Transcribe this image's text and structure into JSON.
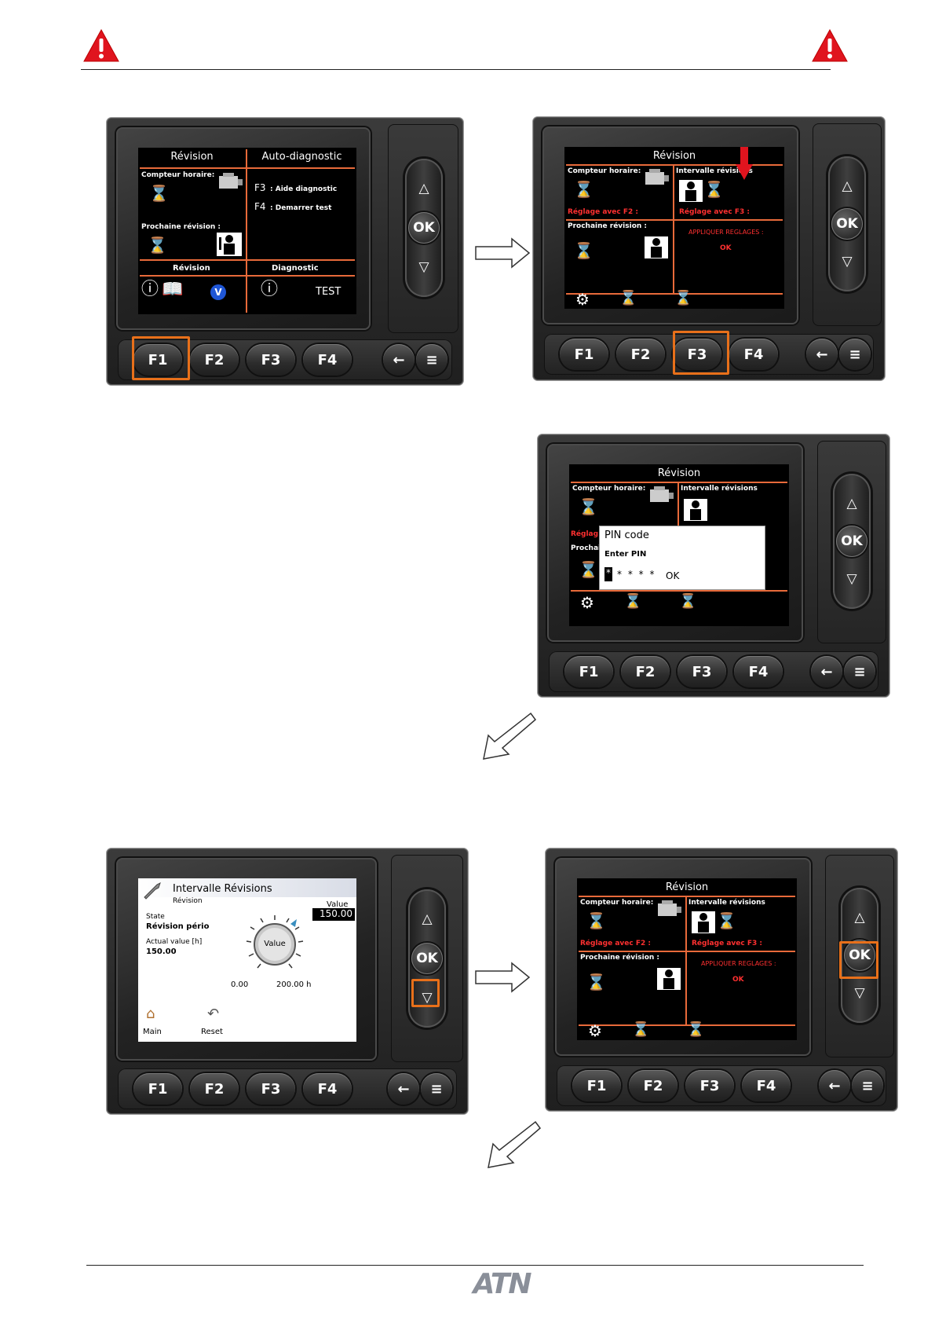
{
  "screen1": {
    "title_left": "Révision",
    "title_right": "Auto-diagnostic",
    "hour_counter": "Compteur horaire:",
    "next_revision": "Prochaine révision :",
    "f3_key": "F3",
    "f3_text": ": Aide diagnostic",
    "f4_key": "F4",
    "f4_text": ": Demarrer test",
    "footer_left": "Révision",
    "footer_right": "Diagnostic",
    "test_label": "TEST"
  },
  "screen2": {
    "title": "Révision",
    "hour_counter": "Compteur horaire:",
    "interval": "Intervalle révisions",
    "adjust_f2": "Réglage avec F2 :",
    "adjust_f3": "Réglage avec F3 :",
    "next_revision": "Prochaine révision :",
    "apply": "APPLIQUER REGLAGES :",
    "ok": "OK"
  },
  "screen3": {
    "title": "Révision",
    "hour_counter": "Compteur horaire:",
    "interval": "Intervalle révisions",
    "adjust_partial": "Réglag",
    "next_partial": "Prochai",
    "pin_title": "PIN code",
    "pin_prompt": "Enter PIN",
    "pin_mask": "* * * *",
    "pin_cursor": "*",
    "pin_ok": "OK"
  },
  "screen4": {
    "title": "Intervalle Révisions",
    "subtitle": "Révision",
    "value_label": "Value",
    "value": "150.00",
    "state_label": "State",
    "state_value": "Révision pério",
    "actual_label": "Actual value [h]",
    "actual_value": "150.00",
    "knob_label": "Value",
    "min": "0.00",
    "max": "200.00 h",
    "main_label": "Main",
    "reset_label": "Reset"
  },
  "screen5": {
    "title": "Révision",
    "hour_counter": "Compteur horaire:",
    "interval": "Intervalle révisions",
    "adjust_f2": "Réglage avec F2 :",
    "adjust_f3": "Réglage avec F3 :",
    "next_revision": "Prochaine révision :",
    "apply": "APPLIQUER REGLAGES :",
    "ok": "OK"
  },
  "keys": {
    "f1": "F1",
    "f2": "F2",
    "f3": "F3",
    "f4": "F4",
    "ok": "OK",
    "up": "△",
    "down": "▽",
    "back": "←",
    "menu": "≡"
  },
  "footer_logo": "ATN",
  "colors": {
    "highlight": "#e8701a",
    "screen_line": "#e86a3a",
    "warning": "#e0141e",
    "red_text": "#ff3030"
  }
}
